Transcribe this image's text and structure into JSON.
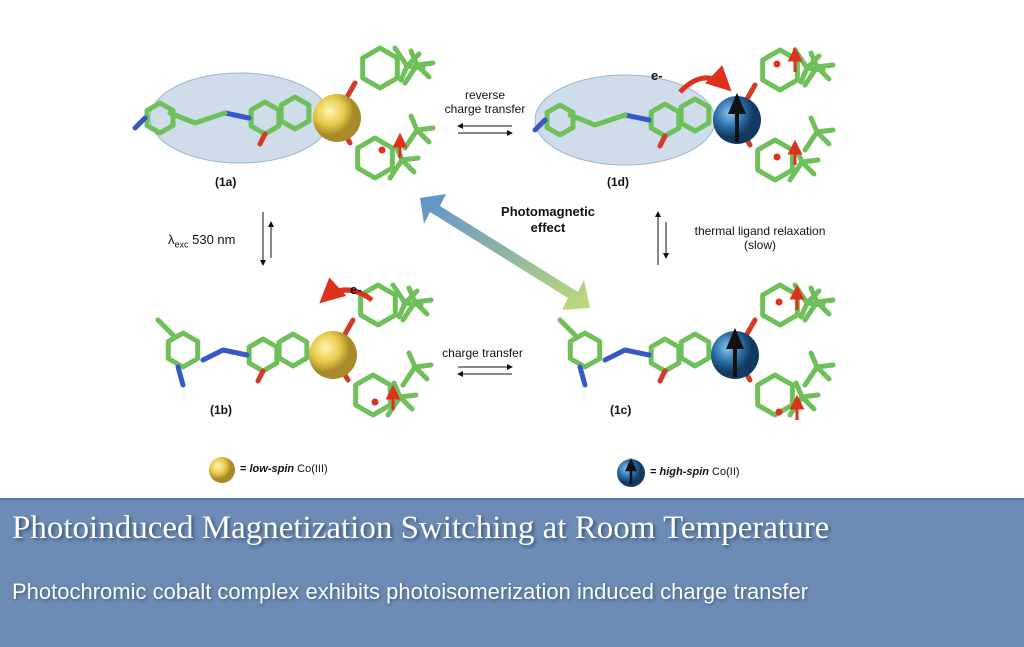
{
  "diagram": {
    "labels": {
      "a": "(1a)",
      "b": "(1b)",
      "c": "(1c)",
      "d": "(1d)"
    },
    "reverse_ct": [
      "reverse",
      "charge transfer"
    ],
    "ct": "charge transfer",
    "excitation": {
      "lambda": "λ",
      "sub": "exc",
      "value": " 530 nm"
    },
    "photomagnetic": [
      "Photomagnetic",
      "effect"
    ],
    "thermal": [
      "thermal ligand relaxation",
      "(slow)"
    ],
    "electron": "e-",
    "legend": {
      "low": {
        "eq": "= ",
        "spin": "low-spin",
        "ion": " Co(III)"
      },
      "high": {
        "eq": "= ",
        "spin": "high-spin",
        "ion": " Co(II)"
      }
    },
    "colors": {
      "stick": "#6fbf5a",
      "gold": "#e8c84a",
      "blue": "#2a6fa8",
      "red": "#e0301e"
    }
  },
  "banner": {
    "title": "Photoinduced Magnetization Switching at Room Temperature",
    "subtitle": "Photochromic cobalt complex exhibits photoisomerization induced charge transfer"
  }
}
